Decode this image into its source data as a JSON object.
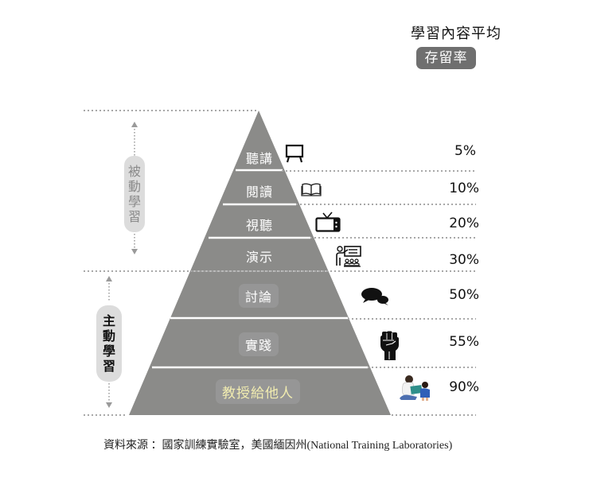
{
  "header": {
    "title": "學習內容平均",
    "badge": "存留率"
  },
  "side_labels": {
    "passive": "被動學習",
    "active": "主動學習"
  },
  "tiers": [
    {
      "label": "聽講",
      "retention": "5%",
      "icon": "easel-board-icon"
    },
    {
      "label": "閱讀",
      "retention": "10%",
      "icon": "open-book-icon"
    },
    {
      "label": "視聽",
      "retention": "20%",
      "icon": "television-icon"
    },
    {
      "label": "演示",
      "retention": "30%",
      "icon": "presenter-audience-icon"
    },
    {
      "label": "討論",
      "retention": "50%",
      "icon": "speech-bubbles-icon"
    },
    {
      "label": "實踐",
      "retention": "55%",
      "icon": "raised-fist-icon"
    },
    {
      "label": "教授給他人",
      "retention": "90%",
      "icon": "teacher-reading-to-child-icon"
    }
  ],
  "colors": {
    "pyramid": "#8b8b89",
    "badge": "#6f6f6f",
    "pill": "#dcdcdc",
    "dotted_line": "#a8a8a8",
    "highlight_text": "#f1ecb0"
  },
  "source": "資料來源 ：國家訓練實驗室，美國緬因州(National Training  Laboratories)",
  "chart_data": {
    "type": "pyramid",
    "title": "學習內容平均存留率",
    "categories": [
      "聽講",
      "閱讀",
      "視聽",
      "演示",
      "討論",
      "實踐",
      "教授給他人"
    ],
    "values": [
      5,
      10,
      20,
      30,
      50,
      55,
      90
    ],
    "unit": "%",
    "groups": [
      {
        "name": "被動學習",
        "categories": [
          "聽講",
          "閱讀",
          "視聽",
          "演示"
        ]
      },
      {
        "name": "主動學習",
        "categories": [
          "討論",
          "實踐",
          "教授給他人"
        ]
      }
    ],
    "source": "資料來源 ：國家訓練實驗室，美國緬因州(National Training  Laboratories)"
  }
}
